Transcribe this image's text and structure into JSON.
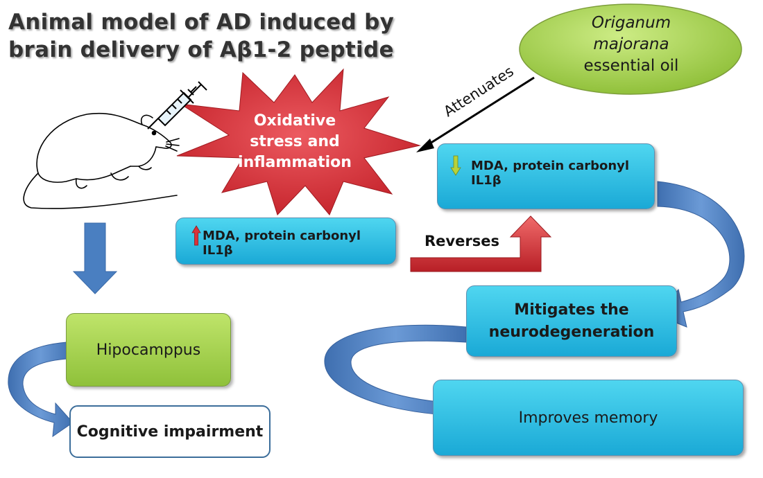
{
  "title": {
    "line1": "Animal model of AD induced by",
    "line2": "brain delivery of Aβ1-2 peptide"
  },
  "oil": {
    "line1": "Origanum",
    "line2": "majorana",
    "line3": "essential oil"
  },
  "star": {
    "line1": "Oxidative",
    "line2": "stress and",
    "line3": "inflammation"
  },
  "attenuates": "Attenuates",
  "increased_markers": {
    "line1": "MDA, protein carbonyl",
    "line2": "IL1β"
  },
  "decreased_markers": {
    "line1": "MDA, protein carbonyl",
    "line2": "IL1β"
  },
  "reverses": "Reverses",
  "hippocampus": "Hipocamppus",
  "cognitive": "Cognitive impairment",
  "mitigates": {
    "line1": "Mitigates the",
    "line2": "neurodegeneration"
  },
  "memory": "Improves memory",
  "colors": {
    "cyan_box": "#22b5de",
    "green_box": "#9acd45",
    "star_red": "#d8323a",
    "arrow_blue": "#4a7fc1",
    "arrow_red": "#d8323a"
  }
}
